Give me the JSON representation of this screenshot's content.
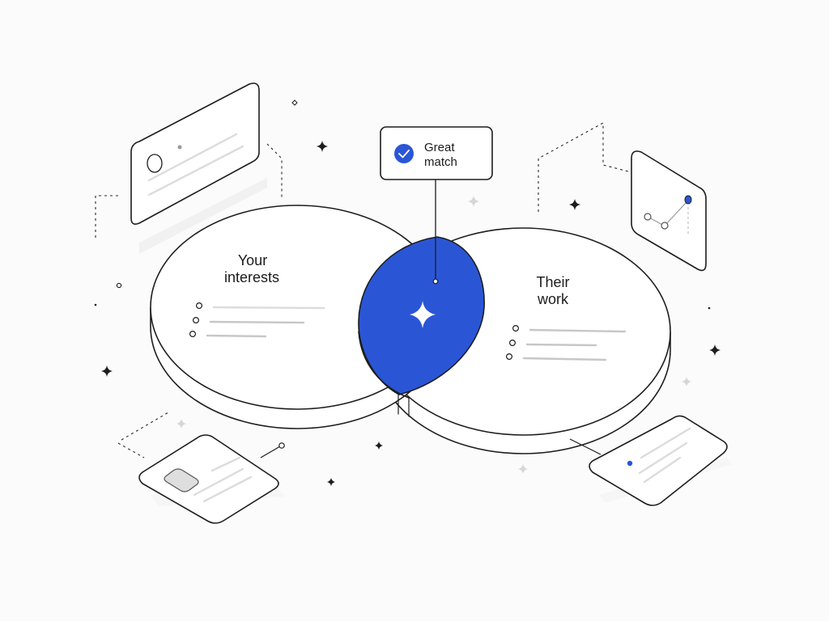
{
  "diagram": {
    "left_set_label_line1": "Your",
    "left_set_label_line2": "interests",
    "right_set_label_line1": "Their",
    "right_set_label_line2": "work",
    "badge_line1": "Great",
    "badge_line2": "match"
  },
  "colors": {
    "accent": "#2a56d6",
    "ink": "#1d1d1f",
    "background": "#fbfbfb"
  },
  "icons": {
    "badge_icon": "checkmark-circle-icon",
    "intersection_icon": "sparkle-icon"
  }
}
